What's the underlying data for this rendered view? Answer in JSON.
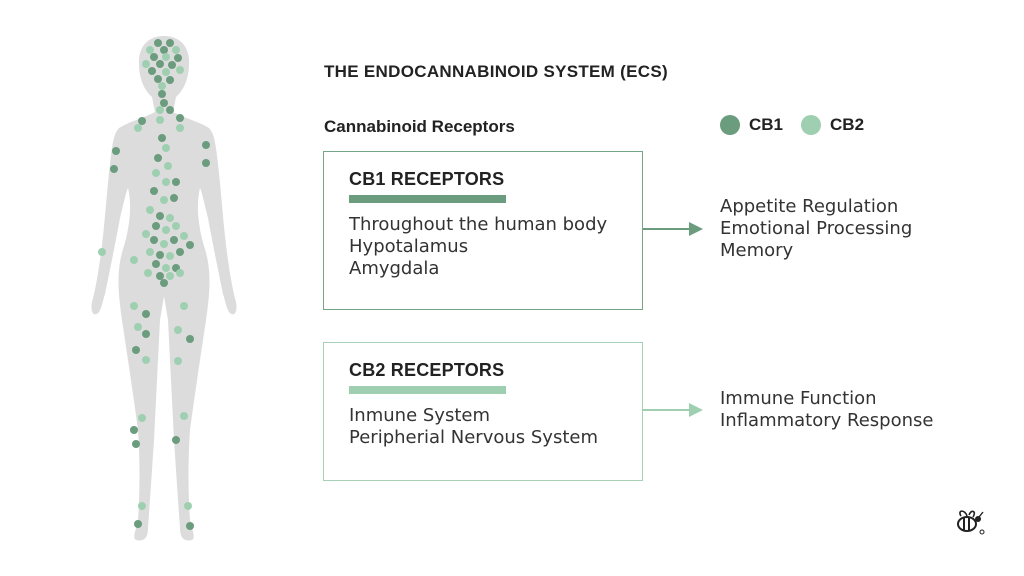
{
  "title": "THE ENDOCANNABINOID SYSTEM (ECS)",
  "subtitle": "Cannabinoid Receptors",
  "colors": {
    "cb1": "#6b9c7e",
    "cb2": "#9fcfb1",
    "body": "#dcdcdc",
    "text": "#222222"
  },
  "legend": [
    {
      "label": "CB1",
      "color": "#6b9c7e"
    },
    {
      "label": "CB2",
      "color": "#9fcfb1"
    }
  ],
  "receptors": [
    {
      "heading": "CB1 RECEPTORS",
      "items": [
        "Throughout the human body",
        "Hypotalamus",
        "Amygdala"
      ],
      "effects": [
        "Appetite Regulation",
        "Emotional Processing",
        "Memory"
      ]
    },
    {
      "heading": "CB2 RECEPTORS",
      "items": [
        "Inmune System",
        "Peripherial Nervous System"
      ],
      "effects": [
        "Immune Function",
        "Inflammatory Response"
      ]
    }
  ],
  "icons": {
    "logo": "bee-logo-icon",
    "arrow": "arrow-right-icon"
  }
}
